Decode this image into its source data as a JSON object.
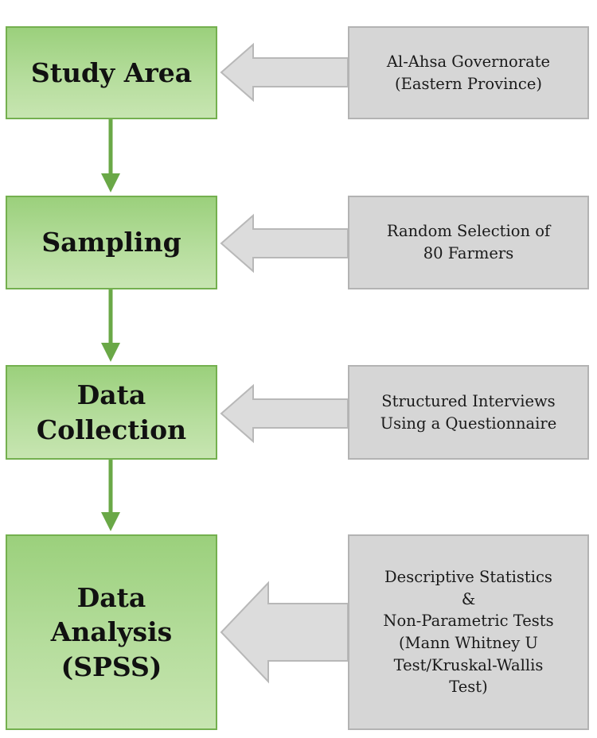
{
  "steps": [
    {
      "label": "Study Area",
      "note": "Al-Ahsa Governorate\n(Eastern Province)"
    },
    {
      "label": "Sampling",
      "note": "Random Selection of\n80 Farmers"
    },
    {
      "label": "Data\nCollection",
      "note": "Structured Interviews\nUsing a Questionnaire"
    },
    {
      "label": "Data\nAnalysis\n(SPSS)",
      "note": "Descriptive Statistics\n&\nNon-Parametric Tests\n(Mann Whitney U\nTest/Kruskal-Wallis\nTest)"
    }
  ],
  "colors": {
    "step_fill": "#b5dd9c",
    "step_border": "#74b04f",
    "connector": "#6aa847",
    "note_fill": "#d6d6d6",
    "note_border": "#b3b3b3",
    "side_arrow_fill": "#dcdcdc",
    "side_arrow_stroke": "#b8b8b8"
  }
}
